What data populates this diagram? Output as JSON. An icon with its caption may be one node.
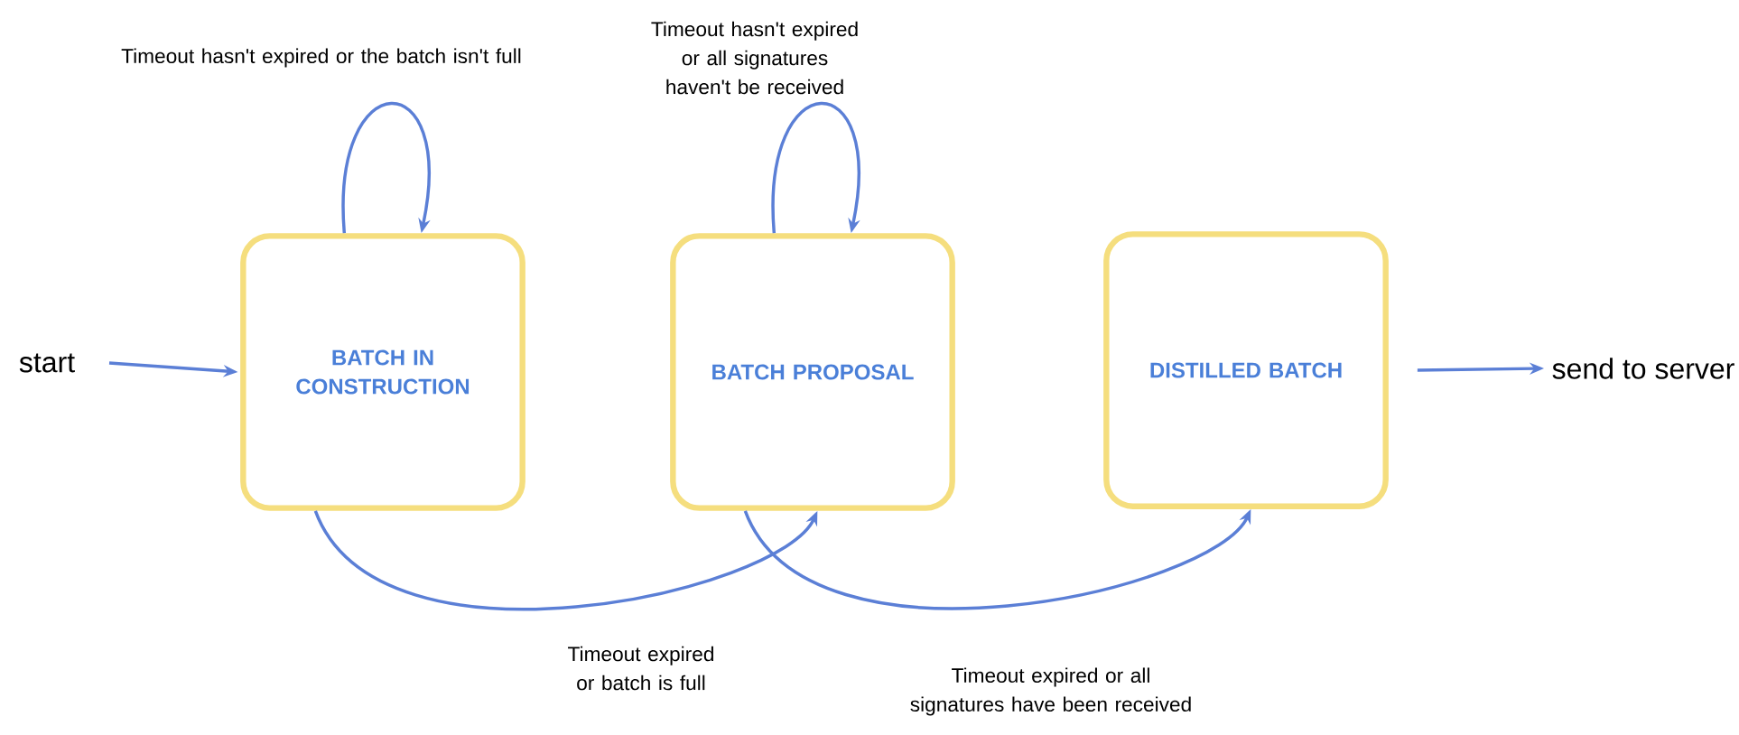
{
  "diagram": {
    "nodes": [
      {
        "text": [
          "start"
        ]
      },
      {
        "text": [
          "BATCH IN CONSTRUCTION"
        ]
      },
      {
        "text": [
          "BATCH PROPOSAL"
        ]
      },
      {
        "text": [
          "DISTILLED BATCH"
        ]
      },
      {
        "text": [
          "send to server"
        ]
      }
    ],
    "edges": [
      {
        "from": 0,
        "to": 1,
        "arrow": "to"
      },
      {
        "from": 1,
        "to": 1,
        "arrow": "to",
        "label": "Timeout hasn't expired or the batch isn't full"
      },
      {
        "from": 2,
        "to": 2,
        "arrow": "to",
        "label": "Timeout hasn't expired or all signatures haven't be received"
      },
      {
        "from": 1,
        "to": 2,
        "arrow": "to",
        "label": "Timeout expired or batch is full"
      },
      {
        "from": 2,
        "to": 3,
        "arrow": "to",
        "label": "Timeout expired or all signatures have been received"
      },
      {
        "from": 3,
        "to": 4,
        "arrow": "to"
      }
    ]
  }
}
